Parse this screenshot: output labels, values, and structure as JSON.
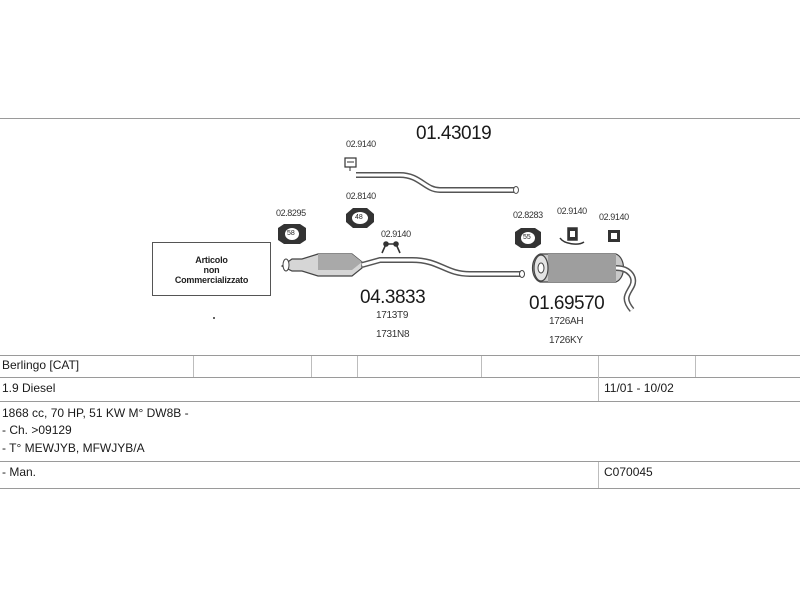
{
  "diagram": {
    "main_code": "01.43019",
    "note_lines": [
      "Articolo",
      "non",
      "Commercializzato"
    ],
    "front_pipe_code": "04.3833",
    "front_pipe_refs": [
      "1713T9",
      "1731N8"
    ],
    "rear_silencer_code": "01.69570",
    "rear_silencer_refs": [
      "1726AH",
      "1726KY"
    ],
    "clamp_top_label": "02.9140",
    "gasket_label": "02.8140",
    "gasket_inner": "48",
    "left_hanger_label": "02.8295",
    "left_hanger_inner": "58",
    "middle_hanger_label": "02.9140",
    "rear_hanger_a_label": "02.8283",
    "rear_hanger_a_inner": "55",
    "rear_hanger_b_label": "02.9140",
    "rear_hanger_c_label": "02.9140"
  },
  "table": {
    "vehicle": "Berlingo  [CAT]",
    "engine": "1.9 Diesel",
    "period": "11/01 - 10/02",
    "specs": "1868 cc, 70 HP, 51 KW M° DW8B -",
    "chassis": "- Ch. >09129",
    "type": "- T° MEWJYB, MFWJYB/A",
    "transmission": "- Man.",
    "catalog_code": "C070045"
  }
}
